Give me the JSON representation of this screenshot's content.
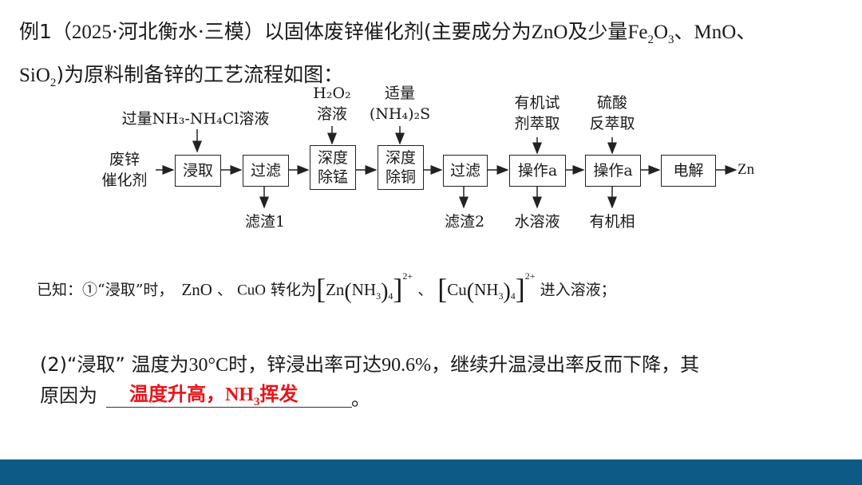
{
  "question": {
    "lead": "例1（",
    "year": "2025",
    "source_dot1": "·",
    "source_a": "河北衡水",
    "source_dot2": "·",
    "source_b": "三模）以固体废锌催化剂(主要成分为",
    "zno": "ZnO",
    "mid1": "及少量",
    "fe": "Fe",
    "fe_sub": "2",
    "o": "O",
    "o_sub": "3",
    "mid2": "、",
    "mno": "MnO",
    "mid3": "、",
    "sio": "SiO",
    "sio_sub": "2",
    "tail": ")为原料制备锌的工艺流程如图："
  },
  "flow": {
    "start": [
      "废锌",
      "催化剂"
    ],
    "reagent1": "过量NH₃-NH₄Cl溶液",
    "reagent2": [
      "H₂O₂",
      "溶液"
    ],
    "reagent3": [
      "适量",
      "(NH₄)₂S"
    ],
    "reagent4": [
      "有机试",
      "剂萃取"
    ],
    "reagent5": [
      "硫酸",
      "反萃取"
    ],
    "box1": "浸取",
    "box2": "过滤",
    "box3": [
      "深度",
      "除锰"
    ],
    "box4": [
      "深度",
      "除铜"
    ],
    "box5": "过滤",
    "box6": "操作a",
    "box7": "操作a",
    "box8": "电解",
    "out1": "滤渣1",
    "out2": "滤渣2",
    "out3": "水溶液",
    "out4": "有机相",
    "product": "Zn"
  },
  "known": {
    "prefix": "已知：①“浸取”时，",
    "zno": "ZnO",
    "sep1": "、",
    "cuo": "CuO",
    "mid": "转化为",
    "c1_metal": "Zn",
    "c1_ligand": "NH",
    "c1_sub3": "3",
    "c1_sub4": "4",
    "c1_charge": "2+",
    "sep2": "、",
    "c2_metal": "Cu",
    "c2_ligand": "NH",
    "c2_sub3": "3",
    "c2_sub4": "4",
    "c2_charge": "2+",
    "suffix": "进入溶液；"
  },
  "q2": {
    "line1_a": "(2)“浸取” 温度为",
    "temp": "30°C",
    "line1_b": "时，锌浸出率可达",
    "rate": "90.6%",
    "line1_c": "，继续升温浸出率反而下降，其",
    "line2": "原因为",
    "answer_a": "温度升高，",
    "answer_nh": "NH",
    "answer_sub": "3",
    "answer_b": "挥发",
    "period": "。"
  }
}
